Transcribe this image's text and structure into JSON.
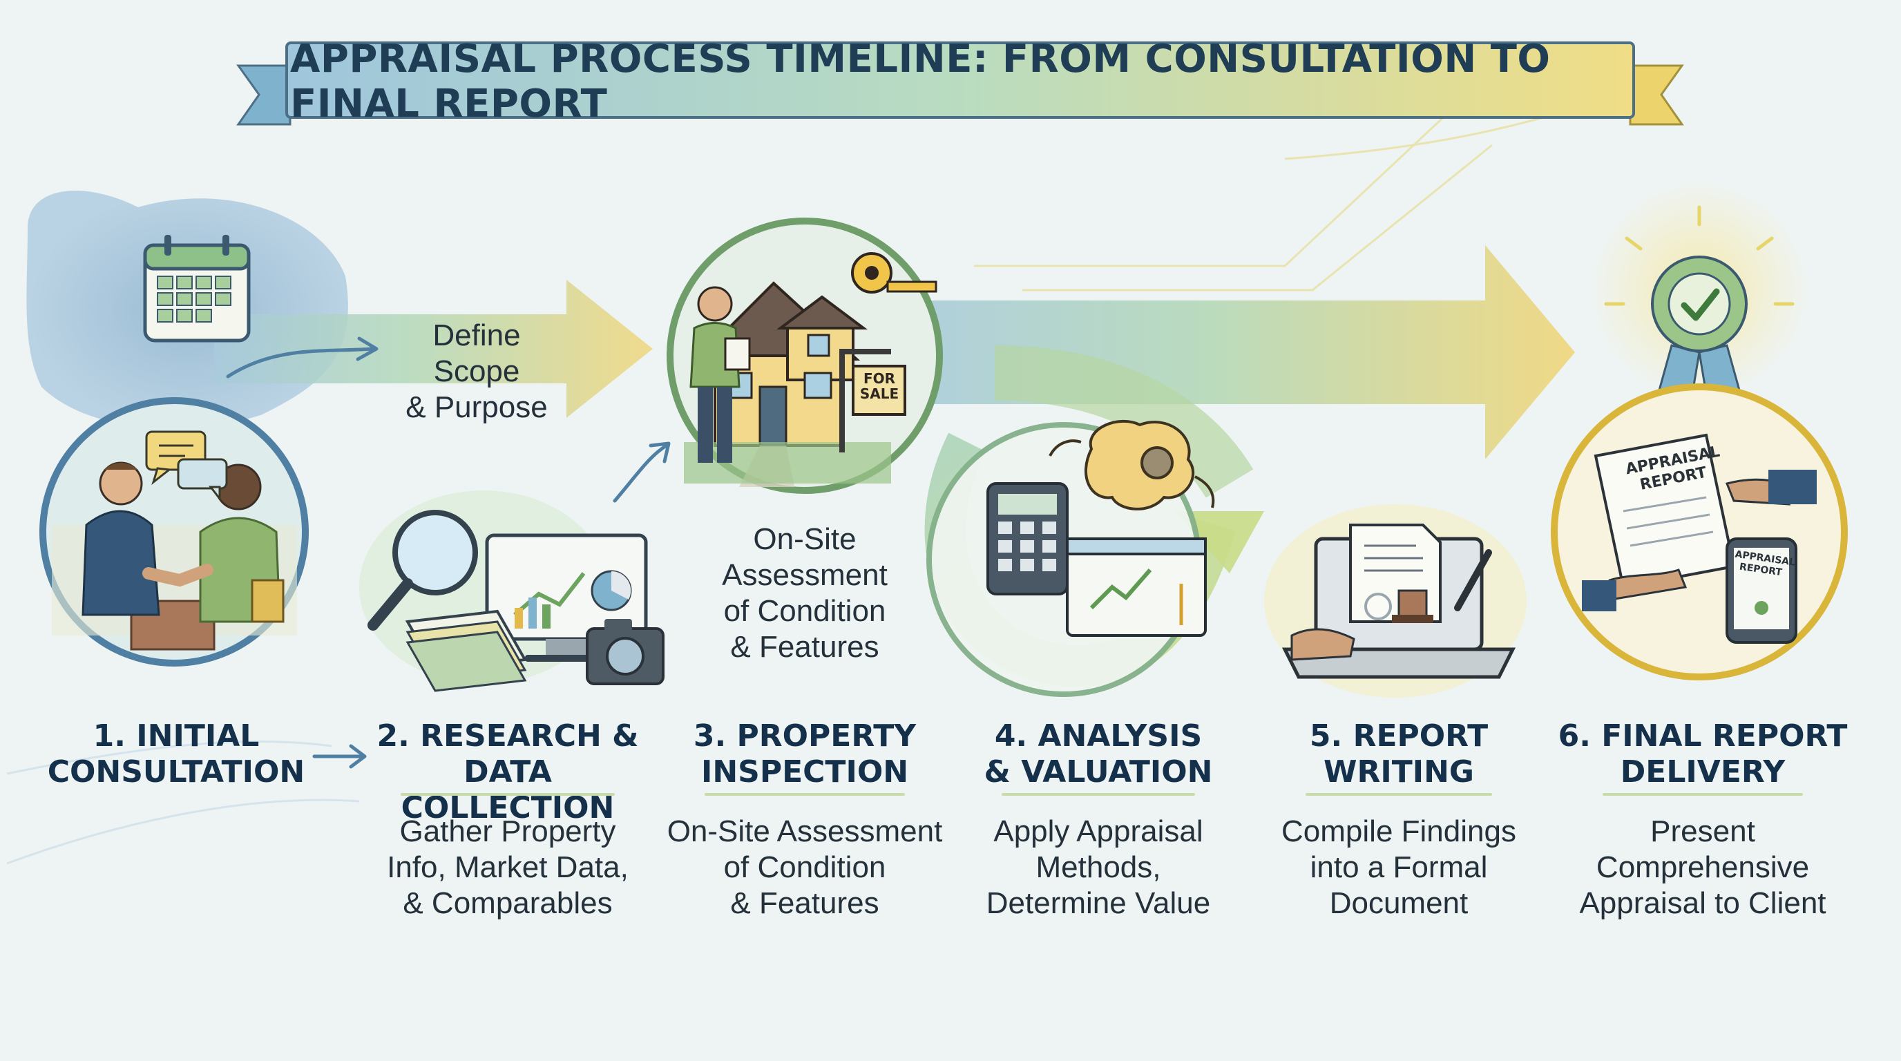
{
  "title": "APPRAISAL PROCESS TIMELINE: FROM CONSULTATION TO FINAL REPORT",
  "arrow_label": "Define Scope\n& Purpose",
  "inspection_callout": "On-Site\nAssessment\nof Condition\n& Features",
  "steps": [
    {
      "title": "1. INITIAL\nCONSULTATION",
      "desc": ""
    },
    {
      "title": "2. RESEARCH &\nDATA COLLECTION",
      "desc": "Gather Property\nInfo, Market Data,\n& Comparables"
    },
    {
      "title": "3. PROPERTY\nINSPECTION",
      "desc": "On-Site Assessment\nof Condition\n& Features"
    },
    {
      "title": "4. ANALYSIS\n& VALUATION",
      "desc": "Apply Appraisal\nMethods,\nDetermine Value"
    },
    {
      "title": "5. REPORT\nWRITING",
      "desc": "Compile Findings\ninto a Formal\nDocument"
    },
    {
      "title": "6. FINAL REPORT\nDELIVERY",
      "desc": "Present\nComprehensive\nAppraisal to Client"
    }
  ],
  "sign_text": "FOR\nSALE",
  "report_text": "APPRAISAL\nREPORT",
  "tablet_text": "APPRAISAL\nREPORT",
  "icons": [
    "calendar-icon",
    "handshake-icon",
    "chat-bubbles-icon",
    "magnifier-icon",
    "monitor-chart-icon",
    "documents-icon",
    "camera-icon",
    "house-icon",
    "appraiser-icon",
    "for-sale-sign-icon",
    "tape-measure-icon",
    "calculator-icon",
    "brain-gear-icon",
    "spreadsheet-icon",
    "laptop-icon",
    "pen-icon",
    "stamp-icon",
    "award-ribbon-icon",
    "report-icon",
    "tablet-icon"
  ],
  "colors": {
    "title_text": "#1f3d55",
    "ring_blue": "#4f7fa3",
    "ring_green": "#6f9e6a",
    "ring_gold": "#d9b53a",
    "arrow_start": "#9fc4d8",
    "arrow_end": "#f0d57a"
  }
}
